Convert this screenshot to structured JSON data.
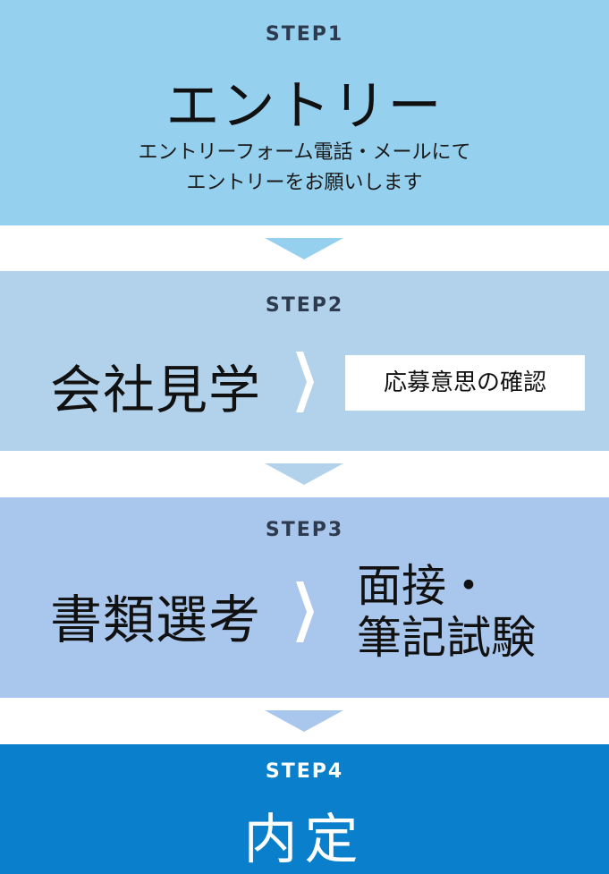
{
  "steps": [
    {
      "label": "STEP1",
      "title": "エントリー",
      "description_line1": "エントリーフォーム電話・メールにて",
      "description_line2": "エントリーをお願いします"
    },
    {
      "label": "STEP2",
      "title": "会社見学",
      "result": "応募意思の確認"
    },
    {
      "label": "STEP3",
      "title": "書類選考",
      "result_line1": "面接・",
      "result_line2": "筆記試験"
    },
    {
      "label": "STEP4",
      "title": "内定"
    }
  ],
  "colors": {
    "step1_bg": "#96d0ef",
    "step2_bg": "#b2d2ec",
    "step3_bg": "#a9c6ec",
    "step4_bg": "#0a80cc",
    "label_color": "#2e3b4e",
    "chevron_color": "#ffffff"
  },
  "icons": {
    "between_steps": "down-arrow-icon",
    "within_step": "chevron-right-icon"
  }
}
